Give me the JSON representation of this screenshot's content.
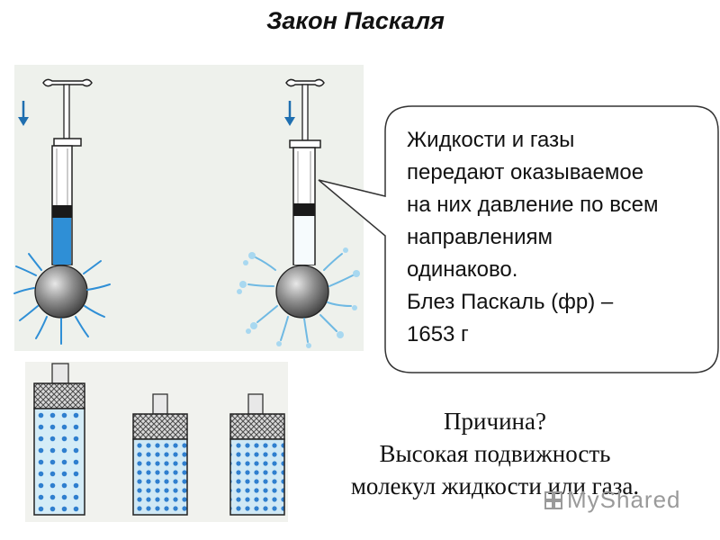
{
  "title": "Закон Паскаля",
  "bubble": {
    "lines": [
      "Жидкости и газы",
      "передают оказываемое",
      "на них давление по всем",
      "направлениям",
      "одинаково.",
      "Блез Паскаль (фр) –",
      "1653 г"
    ]
  },
  "cause": {
    "lines": [
      "Причина?",
      "Высокая подвижность",
      "молекул жидкости или газа."
    ]
  },
  "watermark": {
    "text": "MyShared"
  },
  "colors": {
    "liquid": "#2f8fd6",
    "liquid_light": "#bfe2f3",
    "dots": "#2f7fcf",
    "bubble_border": "#333333",
    "arrow": "#1f6fb0"
  }
}
